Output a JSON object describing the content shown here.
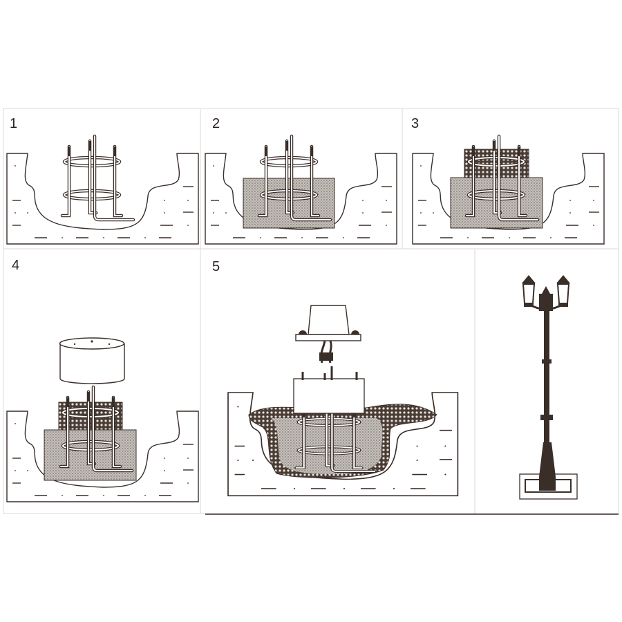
{
  "steps": [
    {
      "number": "1"
    },
    {
      "number": "2"
    },
    {
      "number": "3"
    },
    {
      "number": "4"
    },
    {
      "number": "5"
    }
  ],
  "colors": {
    "ink": "#3a2e28",
    "concrete": "#b9b3ae",
    "frame": "#d8d8d8"
  }
}
